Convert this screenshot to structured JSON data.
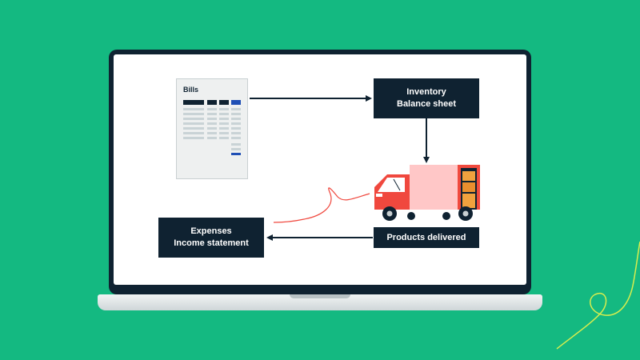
{
  "document": {
    "title": "Bills"
  },
  "nodes": {
    "inventory": {
      "line1": "Inventory",
      "line2": "Balance sheet"
    },
    "products": {
      "label": "Products delivered"
    },
    "expenses": {
      "line1": "Expenses",
      "line2": "Income statement"
    }
  },
  "colors": {
    "background": "#14b981",
    "dark_navy": "#0f2231",
    "truck_red": "#f0483e",
    "cargo_pink": "#ffc7c7",
    "box_orange": "#f0a23e",
    "accent_yellow": "#d8ee4e",
    "accent_blue": "#1f4fb5"
  },
  "icons": [
    "bills-document-icon",
    "delivery-truck-icon",
    "arrow-right-icon",
    "arrow-down-icon",
    "arrow-left-icon"
  ]
}
